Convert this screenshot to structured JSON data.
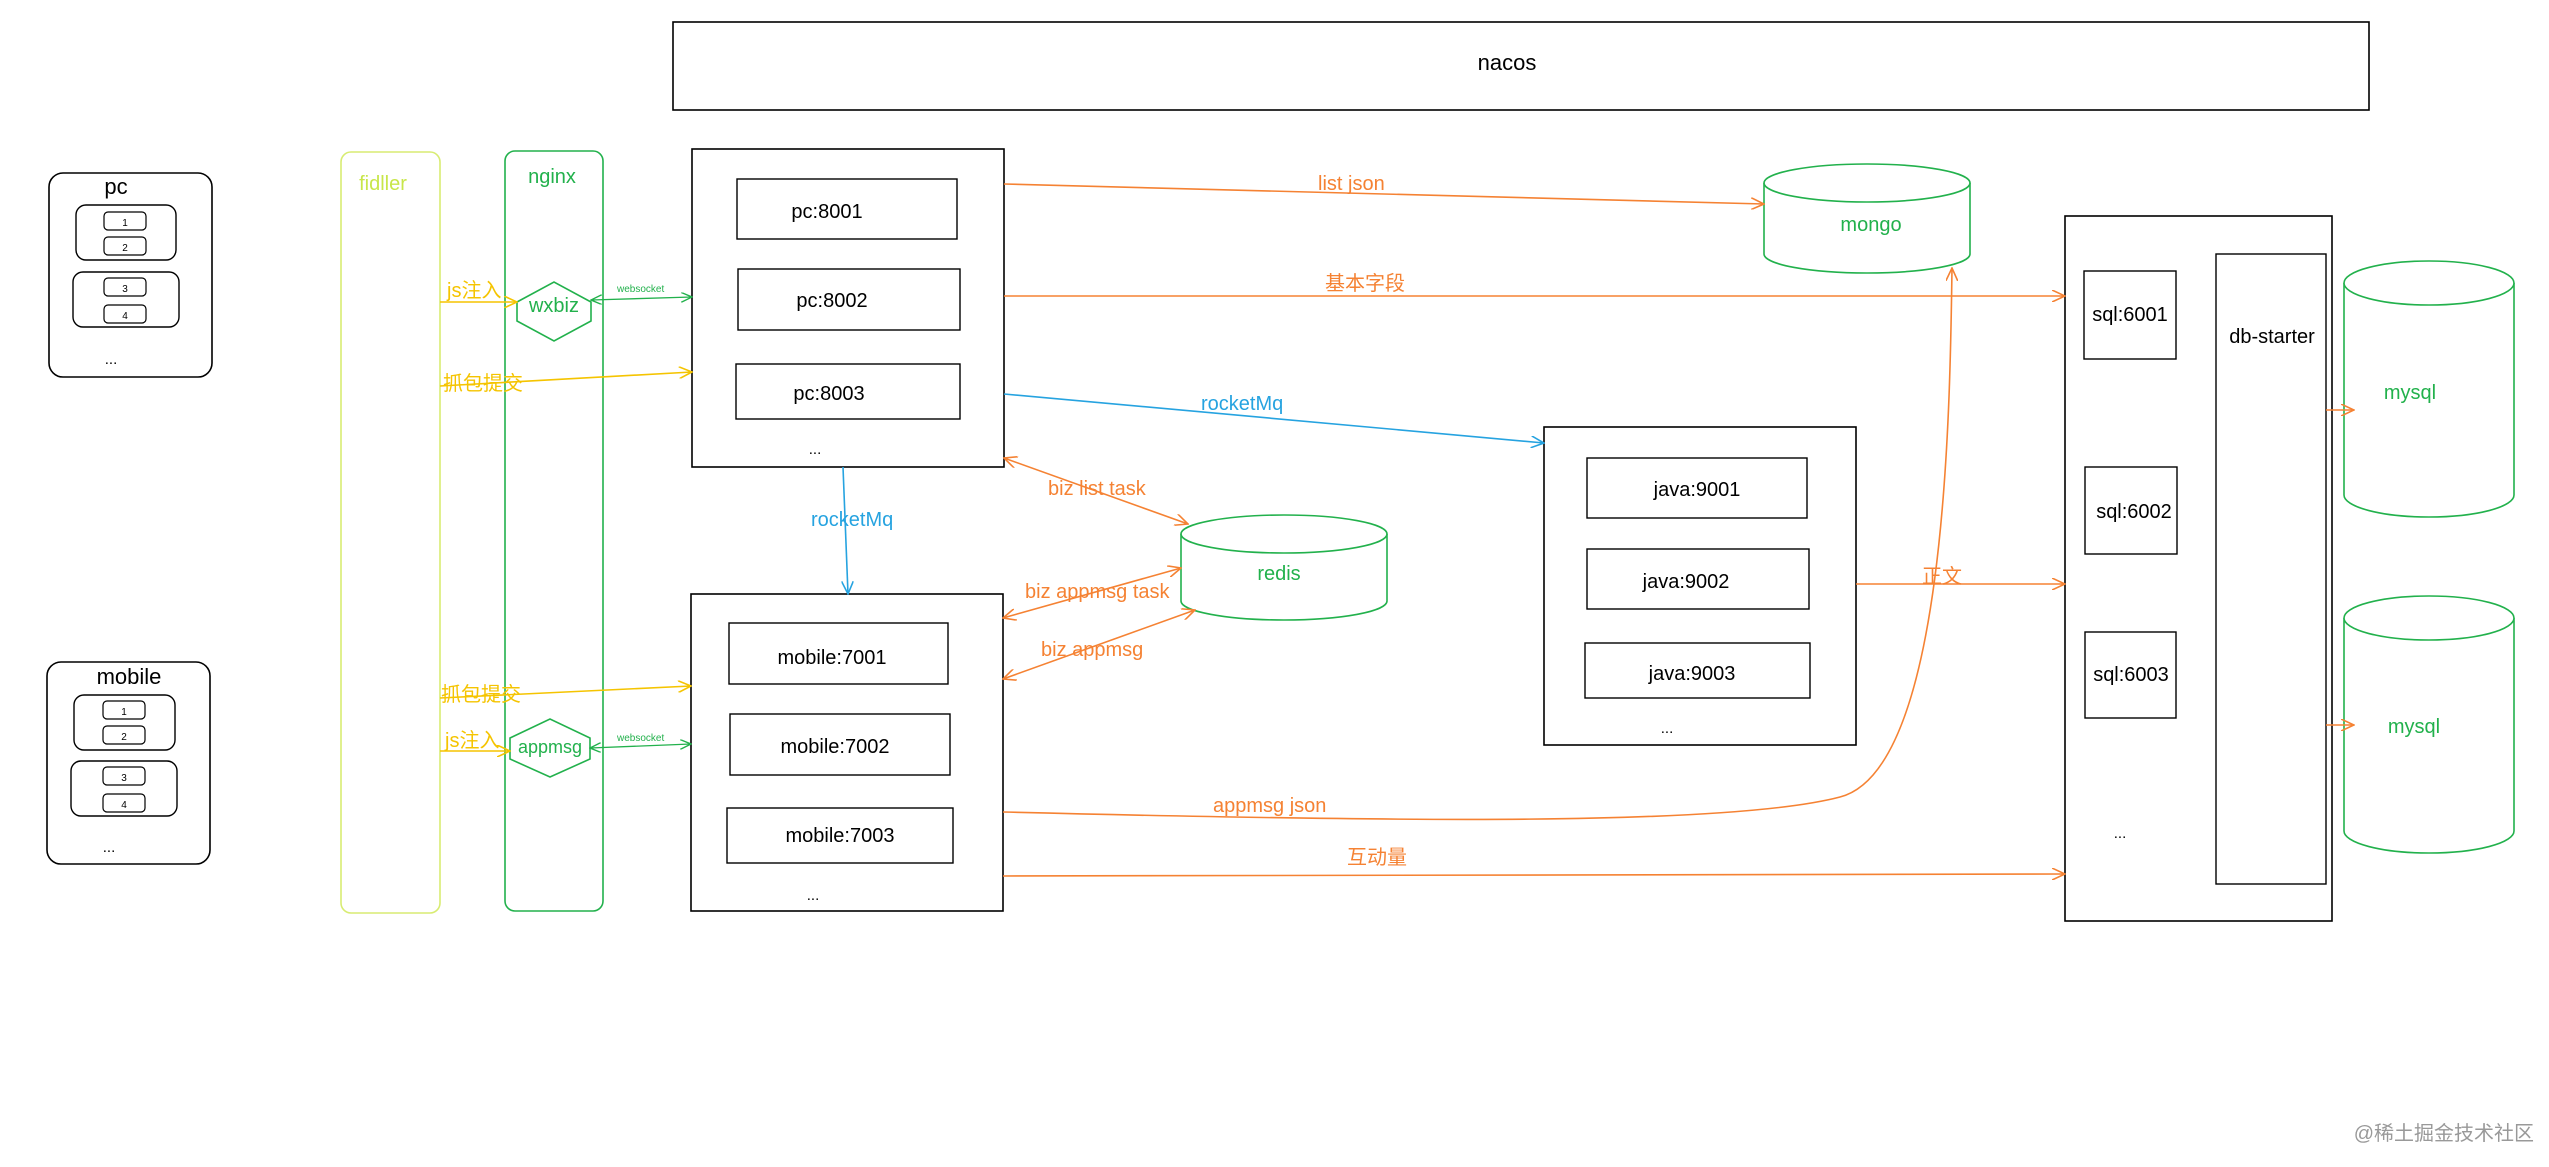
{
  "colors": {
    "black": "#000000",
    "orange": "#f58233",
    "blue": "#26a3e0",
    "green": "#22b14c",
    "yellow": "#f5c400",
    "lime": "#c8e64a",
    "gray": "#999999"
  },
  "top": {
    "nacos": "nacos"
  },
  "clients": {
    "pc": {
      "title": "pc",
      "tabs": [
        "1",
        "2",
        "3",
        "4"
      ],
      "more": "..."
    },
    "mobile": {
      "title": "mobile",
      "tabs": [
        "1",
        "2",
        "3",
        "4"
      ],
      "more": "..."
    }
  },
  "proxies": {
    "fidller": "fidller",
    "nginx": "nginx",
    "wxbiz": "wxbiz",
    "appmsg": "appmsg",
    "websocket": "websocket"
  },
  "edges": {
    "js_inject": "js注入",
    "capture_submit": "抓包提交",
    "list_json": "list json",
    "basic_fields": "基本字段",
    "rocketmq": "rocketMq",
    "biz_list_task": "biz list task",
    "biz_appmsg_task": "biz appmsg task",
    "biz_appmsg": "biz appmsg",
    "body_text": "正文",
    "appmsg_json": "appmsg json",
    "interaction": "互动量"
  },
  "pc_services": {
    "items": [
      "pc:8001",
      "pc:8002",
      "pc:8003"
    ],
    "more": "..."
  },
  "mobile_services": {
    "items": [
      "mobile:7001",
      "mobile:7002",
      "mobile:7003"
    ],
    "more": "..."
  },
  "java_services": {
    "items": [
      "java:9001",
      "java:9002",
      "java:9003"
    ],
    "more": "..."
  },
  "sql_services": {
    "items": [
      "sql:6001",
      "sql:6002",
      "sql:6003"
    ],
    "more": "...",
    "db_starter": "db-starter"
  },
  "stores": {
    "mongo": "mongo",
    "redis": "redis",
    "mysql_1": "mysql",
    "mysql_2": "mysql"
  },
  "watermark": "@稀土掘金技术社区"
}
